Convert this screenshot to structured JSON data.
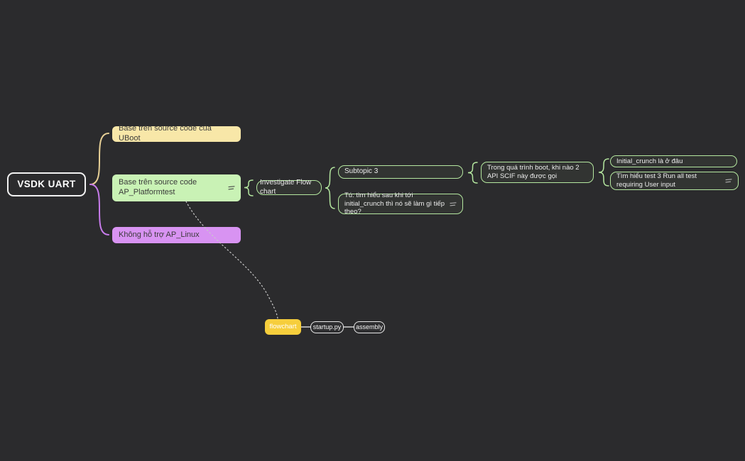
{
  "app": {
    "type": "mind-map-canvas"
  },
  "colors": {
    "background": "#2b2b2d",
    "root_border": "#f2f2f2",
    "topic_uboot_fill": "#f8e7a8",
    "topic_platformtest_fill": "#c9f2b5",
    "topic_aplinux_fill": "#d893f2",
    "outline_green": "#b5e8a0",
    "brace_yellow": "#e7d096",
    "brace_purple": "#c77beb",
    "flowchart_fill": "#f6ce3c",
    "floating_border": "#e8e8e8",
    "dotted_link": "#c9c9c9",
    "dark_text": "#3a3a3a",
    "light_text": "#ededed"
  },
  "nodes": {
    "root": {
      "label": "VSDK UART"
    },
    "uboot": {
      "label": "Base trên source code của UBoot"
    },
    "platformtest": {
      "label": "Base trên source code AP_Platformtest",
      "has_notes": true
    },
    "aplinux": {
      "label": "Không hỗ trợ AP_Linux"
    },
    "investigate": {
      "label": "Investigate Flow chart"
    },
    "subtopic3": {
      "label": "Subtopic 3"
    },
    "tu_note": {
      "label": "Tú: tìm hiểu sau khi tới initial_crunch thì nó sẽ làm gì tiếp theo?",
      "has_notes": true
    },
    "boot_question": {
      "label": "Trong quá trình boot, khi nào 2 API SCIF này được gọi"
    },
    "initial_crunch": {
      "label": "Initial_crunch là ở đâu"
    },
    "test3": {
      "label": "Tìm hiểu test 3 Run all test requiring User input",
      "has_notes": true
    },
    "flowchart": {
      "label": "flowchart"
    },
    "startup": {
      "label": "startup.py"
    },
    "assembly": {
      "label": "assembly"
    }
  }
}
